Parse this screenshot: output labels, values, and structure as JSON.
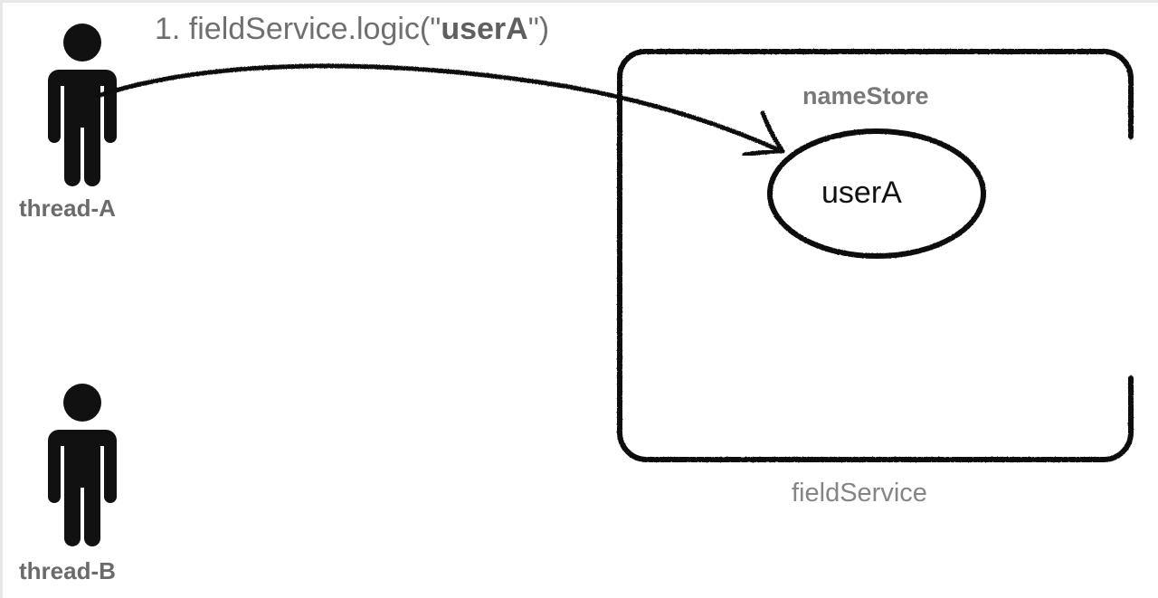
{
  "diagram": {
    "title_label": "1. fieldService.logic(\"userA\")",
    "call_label_prefix": "1. fieldService.logic(\"",
    "call_label_bold": "userA",
    "call_label_suffix": "\")",
    "actors": [
      {
        "name": "thread-A",
        "label": "thread-A",
        "icon": "person-icon"
      },
      {
        "name": "thread-B",
        "label": "thread-B",
        "icon": "person-icon"
      }
    ],
    "container": {
      "label": "fieldService",
      "shape": "rounded-rectangle"
    },
    "field": {
      "label": "nameStore",
      "value": "userA",
      "shape": "ellipse"
    },
    "arrow": {
      "from": "thread-A",
      "to": "nameStore",
      "style": "hand-drawn-curve",
      "head": "open-v"
    },
    "colors": {
      "stroke": "#111111",
      "label_gray": "#6f6f6f",
      "label_gray_bold": "#6b6b6b",
      "value_black": "#111111",
      "background": "#ffffff",
      "viewport_border": "#e8e8e8"
    }
  }
}
